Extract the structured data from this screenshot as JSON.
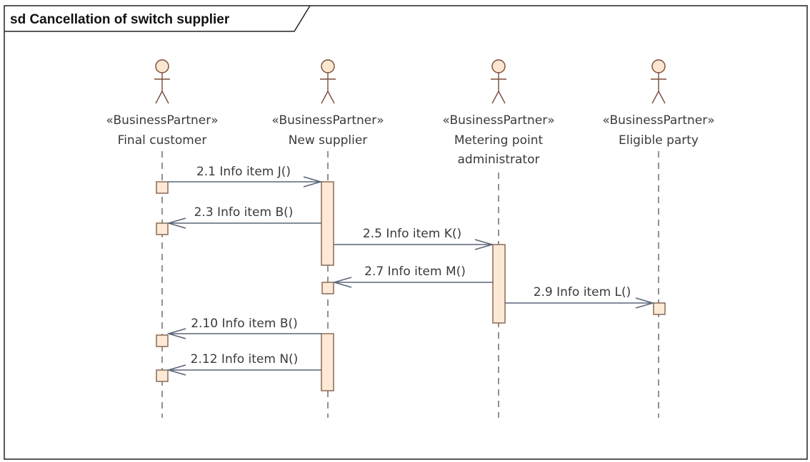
{
  "frame": {
    "title": "sd Cancellation of switch supplier"
  },
  "colors": {
    "actor_fill": "#fbe6cf",
    "actor_stroke": "#7a4a3a",
    "activation_fill": "#fde9d6",
    "activation_stroke": "#8a6a56",
    "message_line": "#5a6478",
    "lifeline": "#6e6e6e"
  },
  "actors": [
    {
      "id": "fc",
      "stereotype": "«BusinessPartner»",
      "name_lines": [
        "Final customer"
      ],
      "icon": "stick-figure-icon"
    },
    {
      "id": "ns",
      "stereotype": "«BusinessPartner»",
      "name_lines": [
        "New supplier"
      ],
      "icon": "stick-figure-icon"
    },
    {
      "id": "mpa",
      "stereotype": "«BusinessPartner»",
      "name_lines": [
        "Metering point",
        "administrator"
      ],
      "icon": "stick-figure-icon"
    },
    {
      "id": "ep",
      "stereotype": "«BusinessPartner»",
      "name_lines": [
        "Eligible party"
      ],
      "icon": "stick-figure-icon"
    }
  ],
  "messages": [
    {
      "label": "2.1 Info item J()",
      "from": "fc",
      "to": "ns"
    },
    {
      "label": "2.3 Info item B()",
      "from": "ns",
      "to": "fc"
    },
    {
      "label": "2.5 Info item K()",
      "from": "ns",
      "to": "mpa"
    },
    {
      "label": "2.7 Info item M()",
      "from": "mpa",
      "to": "ns"
    },
    {
      "label": "2.9 Info item L()",
      "from": "mpa",
      "to": "ep"
    },
    {
      "label": "2.10 Info item B()",
      "from": "ns",
      "to": "fc"
    },
    {
      "label": "2.12 Info item N()",
      "from": "ns",
      "to": "fc"
    }
  ]
}
